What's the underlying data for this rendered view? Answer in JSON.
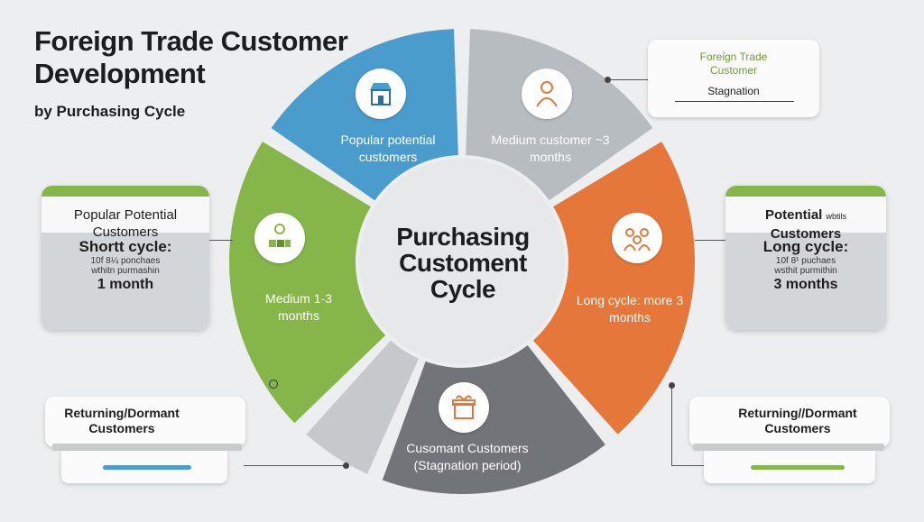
{
  "header": {
    "title": "Foreign Trade Customer Development",
    "subtitle": "by Purchasing Cycle"
  },
  "center": {
    "text": "Purchasing Customent Cycle"
  },
  "segments": {
    "top_left": {
      "label": "Popular  potential customers",
      "color": "#4a9ccc",
      "icon": "store-icon"
    },
    "top_right": {
      "label": "Medium customer ~3 months",
      "color": "#b7bcc0",
      "icon": "person-icon"
    },
    "right": {
      "label": "Long cycle: more 3 months",
      "color": "#e5773a",
      "icon": "people-group-icon"
    },
    "bottom": {
      "label": "Cusomant Customers (Stagnation period)",
      "color": "#717479",
      "icon": "gift-box-icon"
    },
    "left": {
      "label": "Medium 1-3 months",
      "color": "#86b64a",
      "icon": "shopping-cart-icon"
    },
    "bottom_left_gap": {
      "color": "#c6c9cc"
    }
  },
  "cards": {
    "left": {
      "title": "Popular Potential Customers",
      "cycle": "Shortt cycle:",
      "note_line1": "10f 8¼ ponchaes",
      "note_line2": "wthitn purmashin",
      "duration": "1 month"
    },
    "right": {
      "title_main": "Potential",
      "title_small": "wbtils",
      "title_line2": "Customers",
      "cycle": "Long cycle:",
      "note_line1": "10f 8¹ puchaes",
      "note_line2": "wsthit purmithin",
      "duration": "3 months"
    },
    "top_right": {
      "title_line1": "Forei̇̇gn Trade",
      "title_line2": "Customer",
      "status": "Stagnation"
    },
    "bottom_left": {
      "title": "Returning/Dormant Customers",
      "bar_color": "#4a9ccc"
    },
    "bottom_right": {
      "title": "Returning//Dormant Customers",
      "bar_color": "#86b64a"
    }
  }
}
